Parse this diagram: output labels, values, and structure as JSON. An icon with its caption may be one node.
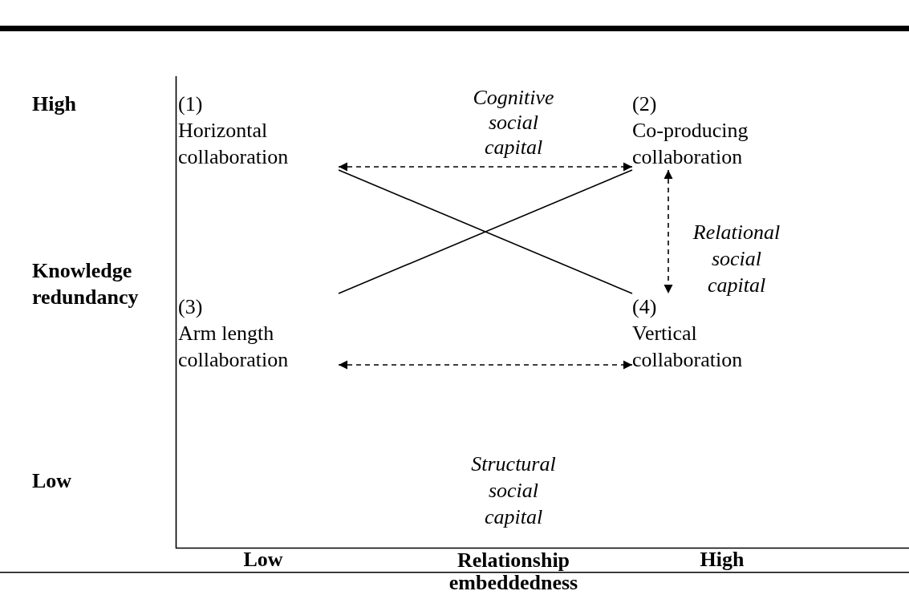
{
  "diagram": {
    "nodes": [
      {
        "text": [
          "(1)",
          "Horizontal collaboration"
        ]
      },
      {
        "text": [
          "(2)",
          "Co-producing collaboration"
        ]
      },
      {
        "text": [
          "(3)",
          "Arm length collaboration"
        ]
      },
      {
        "text": [
          "(4)",
          "Vertical collaboration"
        ]
      }
    ],
    "edges": [
      {
        "from": 0,
        "to": 3,
        "arrow": "none"
      },
      {
        "from": 2,
        "to": 1,
        "arrow": "none"
      },
      {
        "from": 0,
        "to": 1,
        "arrow": "both",
        "style": "dashed",
        "label": "Cognitive social capital"
      },
      {
        "from": 1,
        "to": 3,
        "arrow": "both",
        "style": "dashed",
        "label": "Relational social capital"
      },
      {
        "from": 2,
        "to": 3,
        "arrow": "both",
        "style": "dashed",
        "label": "Structural social capital"
      }
    ],
    "labels": [
      "High",
      "Knowledge redundancy",
      "Low",
      "Low",
      "Relationship embeddedness",
      "High"
    ]
  }
}
